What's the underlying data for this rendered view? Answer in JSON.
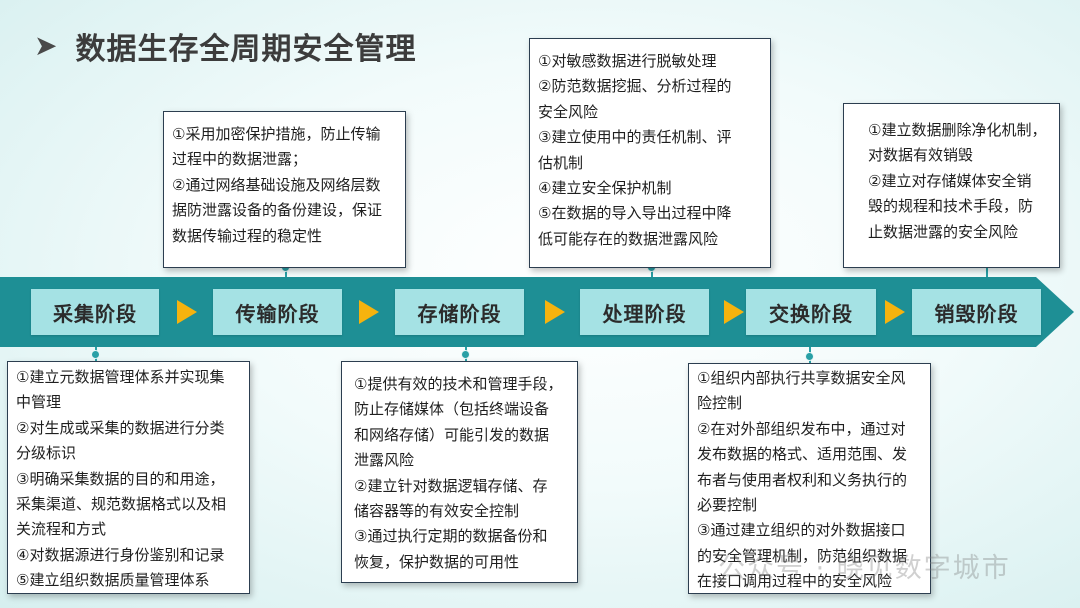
{
  "title": "数据生存全周期安全管理",
  "stages": [
    "采集阶段",
    "传输阶段",
    "存储阶段",
    "处理阶段",
    "交换阶段",
    "销毁阶段"
  ],
  "boxes": {
    "collect": [
      "①建立元数据管理体系并实现集",
      "中管理",
      "②对生成或采集的数据进行分类",
      "分级标识",
      "③明确采集数据的目的和用途，",
      "采集渠道、规范数据格式以及相",
      "关流程和方式",
      "④对数据源进行身份鉴别和记录",
      "⑤建立组织数据质量管理体系"
    ],
    "transmit": [
      "①采用加密保护措施，防止传输",
      "过程中的数据泄露；",
      "②通过网络基础设施及网络层数",
      "据防泄露设备的备份建设，保证",
      "数据传输过程的稳定性"
    ],
    "store": [
      "①提供有效的技术和管理手段，",
      "防止存储媒体（包括终端设备",
      "和网络存储）可能引发的数据",
      "泄露风险",
      "②建立针对数据逻辑存储、存",
      "储容器等的有效安全控制",
      "③通过执行定期的数据备份和",
      "恢复，保护数据的可用性"
    ],
    "process": [
      "①对敏感数据进行脱敏处理",
      "②防范数据挖掘、分析过程的",
      "安全风险",
      "③建立使用中的责任机制、评",
      "估机制",
      "④建立安全保护机制",
      "⑤在数据的导入导出过程中降",
      "低可能存在的数据泄露风险"
    ],
    "exchange": [
      "①组织内部执行共享数据安全风",
      "险控制",
      "②在对外部组织发布中，通过对",
      "发布数据的格式、适用范围、发",
      "布者与使用者权利和义务执行的",
      "必要控制",
      "③通过建立组织的对外数据接口",
      "的安全管理机制，防范组织数据",
      "在接口调用过程中的安全风险"
    ],
    "destroy": [
      "①建立数据删除净化机制，",
      "对数据有效销毁",
      "②建立对存储媒体安全销",
      "毁的规程和技术手段，防",
      "止数据泄露的安全风险"
    ]
  },
  "watermark": "公众号 · 晓见数字城市",
  "colors": {
    "band": "#1e8f95",
    "stage": "#a5e2e4",
    "arrow": "#f6b30e"
  }
}
